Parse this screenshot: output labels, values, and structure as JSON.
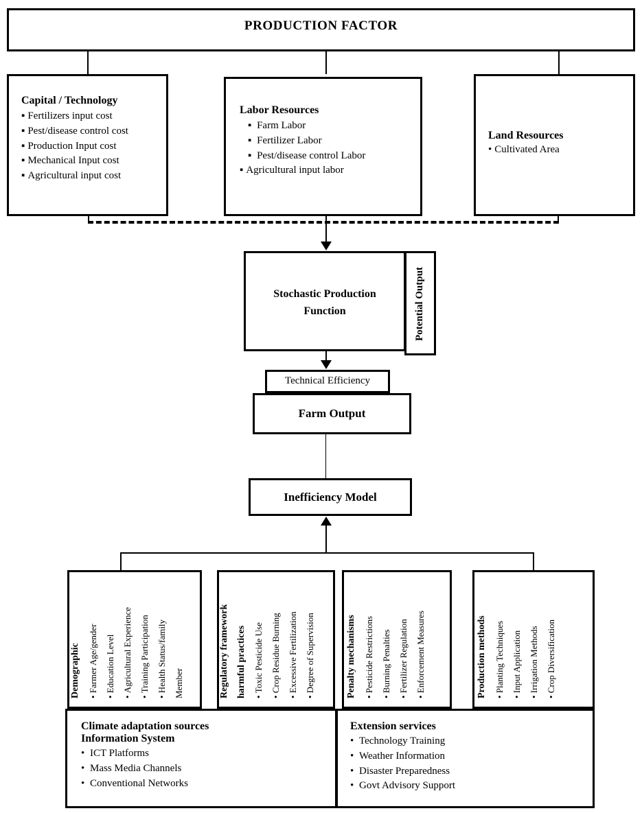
{
  "diagram": {
    "title": "PRODUCTION FACTOR",
    "top_inputs": [
      {
        "id": "capital-technology",
        "header": "Capital / Technology",
        "items": [
          "Fertilizers input cost",
          "Pest/disease control cost",
          "Production Input cost",
          "Mechanical Input cost",
          "Agricultural input cost"
        ]
      },
      {
        "id": "labor-resources",
        "header": "Labor Resources",
        "items": [
          "Farm Labor",
          "Fertilizer    Labor",
          "Pest/disease control Labor",
          "Agricultural input labor"
        ]
      },
      {
        "id": "land-resources",
        "header": "Land Resources",
        "items": [
          "Cultivated Area"
        ]
      }
    ],
    "production_function": {
      "line1": "Stochastic Production",
      "line2": "Function",
      "side_label": "Potential Output"
    },
    "technical_efficiency": "Technical Efficiency",
    "farm_output": "Farm Output",
    "inefficiency_model": "Inefficiency Model",
    "determinants": [
      {
        "id": "demographic",
        "header": "Demographic",
        "items": [
          "Farmer Age/gender",
          "Education Level",
          "Agricultural Experience",
          "Training Participation",
          "Health Status/family"
        ],
        "trailing": "Member"
      },
      {
        "id": "regulatory-framework",
        "header_line1": "Regulatory framework",
        "header_line2": "harmful practices",
        "items": [
          "Toxic Pesticide Use",
          "Crop Residue Burning",
          "Excessive Fertilization",
          "Degree of Supervision"
        ]
      },
      {
        "id": "penalty-mechanisms",
        "header": "Penalty mechanisms",
        "items": [
          "Pesticide Restrictions",
          "Burning Penalties",
          "Fertilizer Regulation",
          "Enforcement Measures"
        ]
      },
      {
        "id": "production-methods",
        "header": "Production methods",
        "items": [
          "Planting Techniques",
          "Input Application",
          "Irrigation Methods",
          "Crop Diversification"
        ]
      }
    ],
    "bottom_panels": [
      {
        "id": "climate-adaptation-sources",
        "header_line1": "Climate adaptation sources",
        "header_line2": "Information System",
        "items": [
          "ICT Platforms",
          "Mass Media Channels",
          "Conventional Networks"
        ]
      },
      {
        "id": "extension-services",
        "header_line1": "Extension services",
        "header_line2": "",
        "items": [
          "Technology Training",
          "Weather Information",
          "Disaster Preparedness",
          "Govt Advisory Support"
        ]
      }
    ],
    "colors": {
      "stroke": "#000000",
      "background": "#ffffff",
      "text": "#000000"
    }
  }
}
